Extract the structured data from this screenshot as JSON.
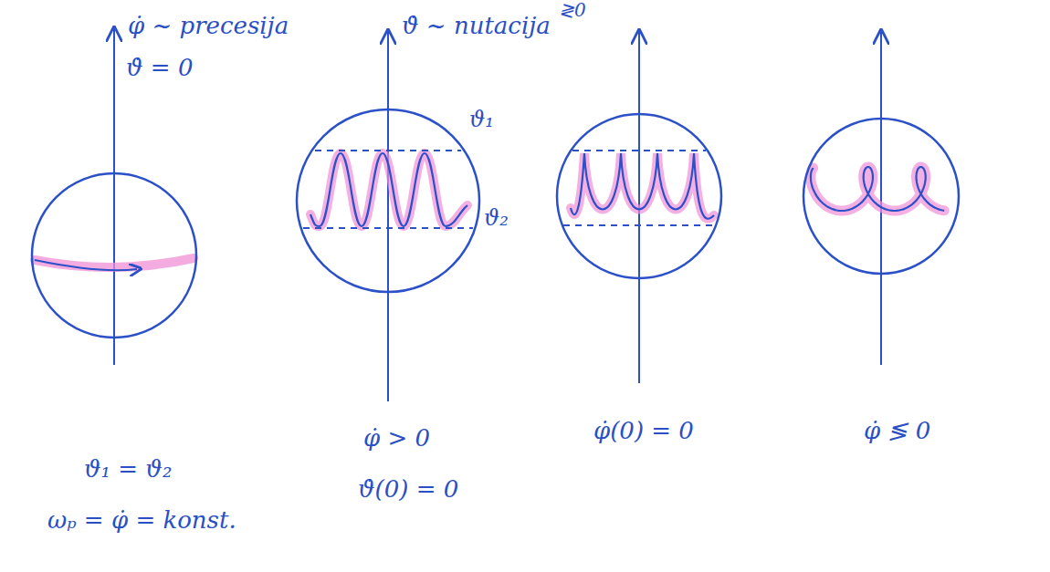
{
  "diagram": {
    "labels": [
      "φ̇ ~ precesija",
      "ϑ̇ = 0",
      "ϑ̇ ~ nutacija",
      "≷0",
      "ϑ₁",
      "ϑ₂",
      "ϑ₁ = ϑ₂",
      "ωₚ = φ̇ = konst.",
      "φ̇ > 0",
      "ϑ̇(0) = 0",
      "φ̇(0) = 0",
      "φ̇ ≶ 0"
    ]
  }
}
